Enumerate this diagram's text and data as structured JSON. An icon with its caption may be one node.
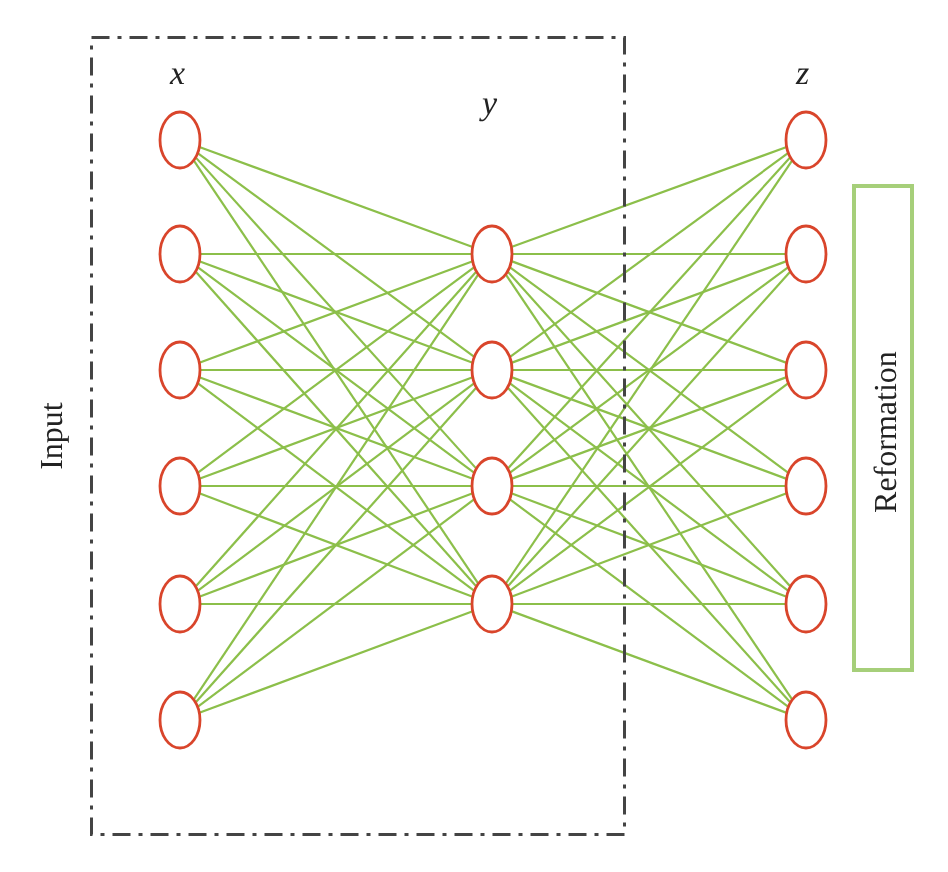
{
  "diagram": {
    "nodes": [
      {
        "text": [
          "Input"
        ]
      },
      {
        "text": [],
        "shape": "circle",
        "in": 0
      },
      {
        "text": [],
        "shape": "circle",
        "in": 0
      },
      {
        "text": [],
        "shape": "circle",
        "in": 0
      },
      {
        "text": [],
        "shape": "circle",
        "in": 0
      },
      {
        "text": [],
        "shape": "circle",
        "in": 0
      },
      {
        "text": [],
        "shape": "circle",
        "in": 0
      },
      {
        "text": [],
        "shape": "circle",
        "in": 0
      },
      {
        "text": [],
        "shape": "circle",
        "in": 0
      },
      {
        "text": [],
        "shape": "circle",
        "in": 0
      },
      {
        "text": [],
        "shape": "circle",
        "in": 0
      },
      {
        "text": [],
        "shape": "circle"
      },
      {
        "text": [],
        "shape": "circle"
      },
      {
        "text": [],
        "shape": "circle"
      },
      {
        "text": [],
        "shape": "circle"
      },
      {
        "text": [],
        "shape": "circle"
      },
      {
        "text": [],
        "shape": "circle"
      },
      {
        "text": [
          "Reformation"
        ]
      }
    ],
    "edges": [
      {
        "from": 1,
        "to": 7,
        "arrow": "none"
      },
      {
        "from": 1,
        "to": 8,
        "arrow": "none"
      },
      {
        "from": 1,
        "to": 9,
        "arrow": "none"
      },
      {
        "from": 1,
        "to": 10,
        "arrow": "none"
      },
      {
        "from": 2,
        "to": 7,
        "arrow": "none"
      },
      {
        "from": 2,
        "to": 8,
        "arrow": "none"
      },
      {
        "from": 2,
        "to": 9,
        "arrow": "none"
      },
      {
        "from": 2,
        "to": 10,
        "arrow": "none"
      },
      {
        "from": 3,
        "to": 7,
        "arrow": "none"
      },
      {
        "from": 3,
        "to": 8,
        "arrow": "none"
      },
      {
        "from": 3,
        "to": 9,
        "arrow": "none"
      },
      {
        "from": 3,
        "to": 10,
        "arrow": "none"
      },
      {
        "from": 4,
        "to": 7,
        "arrow": "none"
      },
      {
        "from": 4,
        "to": 8,
        "arrow": "none"
      },
      {
        "from": 4,
        "to": 9,
        "arrow": "none"
      },
      {
        "from": 4,
        "to": 10,
        "arrow": "none"
      },
      {
        "from": 5,
        "to": 7,
        "arrow": "none"
      },
      {
        "from": 5,
        "to": 8,
        "arrow": "none"
      },
      {
        "from": 5,
        "to": 9,
        "arrow": "none"
      },
      {
        "from": 5,
        "to": 10,
        "arrow": "none"
      },
      {
        "from": 6,
        "to": 7,
        "arrow": "none"
      },
      {
        "from": 6,
        "to": 8,
        "arrow": "none"
      },
      {
        "from": 6,
        "to": 9,
        "arrow": "none"
      },
      {
        "from": 6,
        "to": 10,
        "arrow": "none"
      },
      {
        "from": 7,
        "to": 11,
        "arrow": "none"
      },
      {
        "from": 7,
        "to": 12,
        "arrow": "none"
      },
      {
        "from": 7,
        "to": 13,
        "arrow": "none"
      },
      {
        "from": 7,
        "to": 14,
        "arrow": "none"
      },
      {
        "from": 7,
        "to": 15,
        "arrow": "none"
      },
      {
        "from": 7,
        "to": 16,
        "arrow": "none"
      },
      {
        "from": 8,
        "to": 11,
        "arrow": "none"
      },
      {
        "from": 8,
        "to": 12,
        "arrow": "none"
      },
      {
        "from": 8,
        "to": 13,
        "arrow": "none"
      },
      {
        "from": 8,
        "to": 14,
        "arrow": "none"
      },
      {
        "from": 8,
        "to": 15,
        "arrow": "none"
      },
      {
        "from": 8,
        "to": 16,
        "arrow": "none"
      },
      {
        "from": 9,
        "to": 11,
        "arrow": "none"
      },
      {
        "from": 9,
        "to": 12,
        "arrow": "none"
      },
      {
        "from": 9,
        "to": 13,
        "arrow": "none"
      },
      {
        "from": 9,
        "to": 14,
        "arrow": "none"
      },
      {
        "from": 9,
        "to": 15,
        "arrow": "none"
      },
      {
        "from": 9,
        "to": 16,
        "arrow": "none"
      },
      {
        "from": 10,
        "to": 11,
        "arrow": "none"
      },
      {
        "from": 10,
        "to": 12,
        "arrow": "none"
      },
      {
        "from": 10,
        "to": 13,
        "arrow": "none"
      },
      {
        "from": 10,
        "to": 14,
        "arrow": "none"
      },
      {
        "from": 10,
        "to": 15,
        "arrow": "none"
      },
      {
        "from": 10,
        "to": 16,
        "arrow": "none"
      }
    ],
    "labels": [
      "x",
      "y",
      "z"
    ]
  }
}
